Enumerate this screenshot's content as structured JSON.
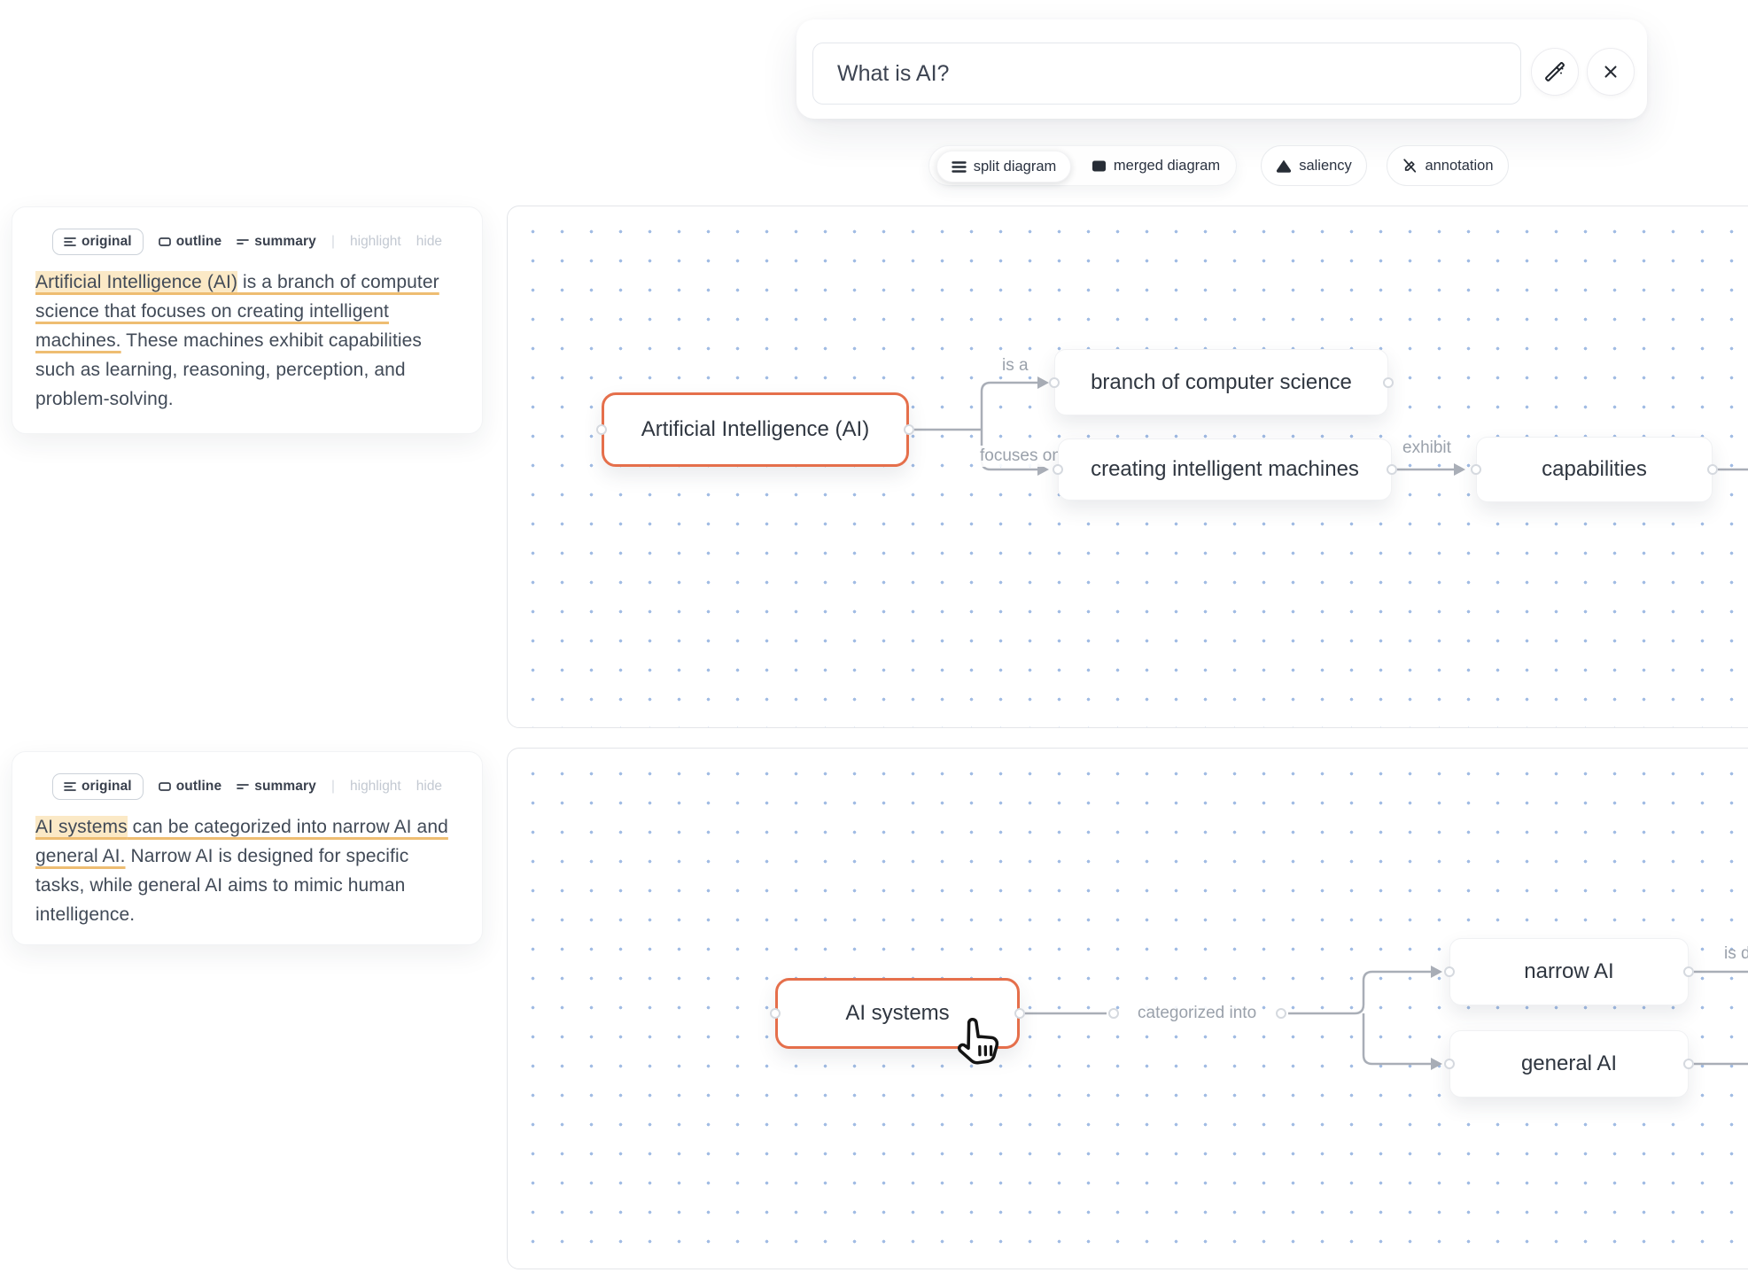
{
  "query_bar": {
    "value": "What is AI?"
  },
  "toolbar": {
    "split_label": "split diagram",
    "merged_label": "merged diagram",
    "saliency_label": "saliency",
    "annotation_label": "annotation"
  },
  "panel_tabs": {
    "original": "original",
    "outline": "outline",
    "summary": "summary",
    "separator": "|",
    "highlight": "highlight",
    "hide": "hide"
  },
  "panel1": {
    "text_highlight": "Artificial Intelligence (AI)",
    "text_underline": " is a branch of computer science that focuses on creating intelligent machines.",
    "text_rest": " These machines exhibit capabilities such as learning, reasoning, perception, and problem-solving."
  },
  "panel2": {
    "text_highlight": "AI systems",
    "text_underline": " can be categorized into narrow AI and general AI.",
    "text_rest": " Narrow AI is designed for specific tasks, while general AI aims to mimic human intelligence."
  },
  "diagram1": {
    "node_main": "Artificial Intelligence (AI)",
    "node_branch": "branch of computer science",
    "node_creating": "creating intelligent machines",
    "node_capabilities": "capabilities",
    "label_is_a": "is a",
    "label_focuses_on": "focuses on",
    "label_exhibit": "exhibit"
  },
  "diagram2": {
    "node_main": "AI systems",
    "node_narrow": "narrow AI",
    "node_general": "general AI",
    "label_categorized": "categorized into",
    "label_partial": "is de"
  },
  "colors": {
    "accent_orange": "#e56f4b",
    "highlight_bg": "#fbe9c6",
    "underline": "#eebd72",
    "edge_gray": "#a9aeb7",
    "dot_blue": "#a1bce4"
  }
}
